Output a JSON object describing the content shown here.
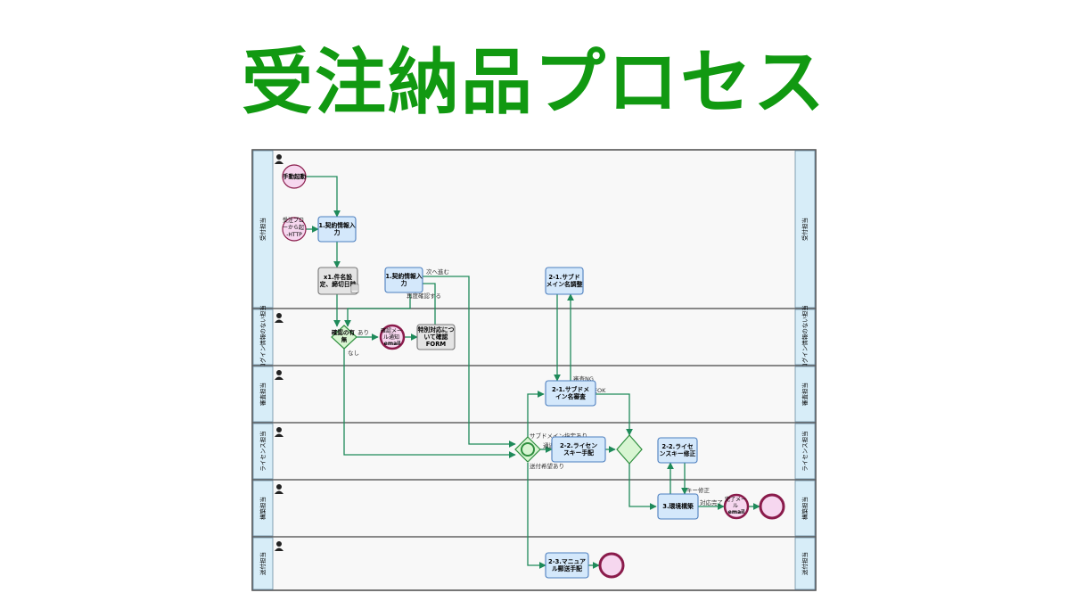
{
  "title": "受注納品プロセス",
  "colors": {
    "title": "#119911",
    "lane_header": "#d7edf8",
    "task_fill": "#d4e8fb",
    "task_stroke": "#4d7fbf",
    "manual_task_fill": "#e4e4e4",
    "event_start_fill": "#f6d7ef",
    "event_stroke": "#8a1b4b",
    "gateway_fill": "#d8f5d2",
    "gateway_stroke": "#2f8f3f",
    "flow": "#1f8a5a"
  },
  "lanes": [
    {
      "label": "受付担当"
    },
    {
      "label": "ログイン情報のない担当"
    },
    {
      "label": "審査担当"
    },
    {
      "label": "ライセンス担当"
    },
    {
      "label": "構築担当"
    },
    {
      "label": "送付担当"
    }
  ],
  "events": {
    "manual_start": "手動起動",
    "http_start": "受注プロ\nーから起\n-HTTP",
    "mail_event": "確認メー\nル通知\nemail",
    "complete_mail": "完了メー\nル\nemail"
  },
  "tasks": {
    "t1": "1.契約情報入\n力",
    "t1_redo": "1.契約情報入\n力",
    "tx1": "x1.件名設\n定、締切日時",
    "tspecial": "特別対応につ\nいて確認\nFORM",
    "t21_adjust": "2-1.サブド\nメイン名調整",
    "t21_review": "2-1.サブドメ\nイン名審査",
    "t22": "2-2.ライセン\nスキー手配",
    "t22_fix": "2-2.ライセ\nンスキー修正",
    "t3": "3.環境構築",
    "t23": "2-3.マニュア\nル郵送手配"
  },
  "gateways": {
    "g1": "確認の有\n無"
  },
  "flow_labels": {
    "ari": "あり",
    "nashi": "なし",
    "next": "次へ進む",
    "reconfirm": "再度確認する",
    "subdomain_yes": "サブドメイン指定あり",
    "normal": "通過",
    "ship_yes": "送付希望あり",
    "review_ng": "審査NG",
    "review_ok": "審査OK",
    "key_fix": "キー修正",
    "done": "対応完了"
  }
}
